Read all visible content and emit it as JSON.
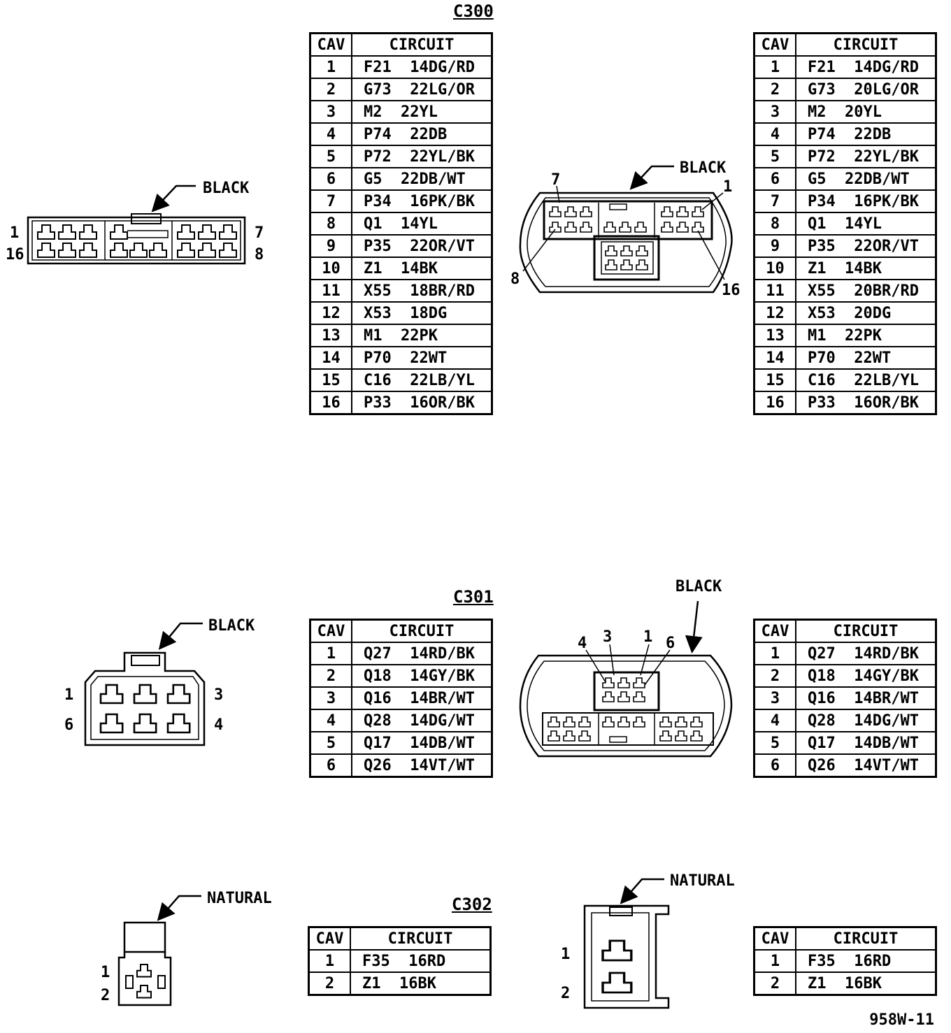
{
  "c300": {
    "title": "C300",
    "header": {
      "cav": "CAV",
      "circuit": "CIRCUIT"
    },
    "left_rows": [
      [
        "1",
        "F21  14DG/RD"
      ],
      [
        "2",
        "G73  22LG/OR"
      ],
      [
        "3",
        "M2  22YL"
      ],
      [
        "4",
        "P74  22DB"
      ],
      [
        "5",
        "P72  22YL/BK"
      ],
      [
        "6",
        "G5  22DB/WT"
      ],
      [
        "7",
        "P34  16PK/BK"
      ],
      [
        "8",
        "Q1  14YL"
      ],
      [
        "9",
        "P35  22OR/VT"
      ],
      [
        "10",
        "Z1  14BK"
      ],
      [
        "11",
        "X55  18BR/RD"
      ],
      [
        "12",
        "X53  18DG"
      ],
      [
        "13",
        "M1  22PK"
      ],
      [
        "14",
        "P70  22WT"
      ],
      [
        "15",
        "C16  22LB/YL"
      ],
      [
        "16",
        "P33  16OR/BK"
      ]
    ],
    "right_rows": [
      [
        "1",
        "F21  14DG/RD"
      ],
      [
        "2",
        "G73  20LG/OR"
      ],
      [
        "3",
        "M2  20YL"
      ],
      [
        "4",
        "P74  22DB"
      ],
      [
        "5",
        "P72  22YL/BK"
      ],
      [
        "6",
        "G5  22DB/WT"
      ],
      [
        "7",
        "P34  16PK/BK"
      ],
      [
        "8",
        "Q1  14YL"
      ],
      [
        "9",
        "P35  22OR/VT"
      ],
      [
        "10",
        "Z1  14BK"
      ],
      [
        "11",
        "X55  20BR/RD"
      ],
      [
        "12",
        "X53  20DG"
      ],
      [
        "13",
        "M1  22PK"
      ],
      [
        "14",
        "P70  22WT"
      ],
      [
        "15",
        "C16  22LB/YL"
      ],
      [
        "16",
        "P33  16OR/BK"
      ]
    ],
    "left_connector": {
      "color": "BLACK",
      "pin_tl": "1",
      "pin_tr": "7",
      "pin_bl": "16",
      "pin_br": "8"
    },
    "right_connector": {
      "color": "BLACK",
      "pin_7": "7",
      "pin_1": "1",
      "pin_8": "8",
      "pin_16": "16"
    }
  },
  "c301": {
    "title": "C301",
    "header": {
      "cav": "CAV",
      "circuit": "CIRCUIT"
    },
    "left_rows": [
      [
        "1",
        "Q27  14RD/BK"
      ],
      [
        "2",
        "Q18  14GY/BK"
      ],
      [
        "3",
        "Q16  14BR/WT"
      ],
      [
        "4",
        "Q28  14DG/WT"
      ],
      [
        "5",
        "Q17  14DB/WT"
      ],
      [
        "6",
        "Q26  14VT/WT"
      ]
    ],
    "right_rows": [
      [
        "1",
        "Q27  14RD/BK"
      ],
      [
        "2",
        "Q18  14GY/BK"
      ],
      [
        "3",
        "Q16  14BR/WT"
      ],
      [
        "4",
        "Q28  14DG/WT"
      ],
      [
        "5",
        "Q17  14DB/WT"
      ],
      [
        "6",
        "Q26  14VT/WT"
      ]
    ],
    "left_connector": {
      "color": "BLACK",
      "pin_1": "1",
      "pin_3": "3",
      "pin_6": "6",
      "pin_4": "4"
    },
    "right_connector": {
      "color": "BLACK",
      "pin_4": "4",
      "pin_3": "3",
      "pin_1": "1",
      "pin_6": "6"
    }
  },
  "c302": {
    "title": "C302",
    "header": {
      "cav": "CAV",
      "circuit": "CIRCUIT"
    },
    "left_rows": [
      [
        "1",
        "F35  16RD"
      ],
      [
        "2",
        "Z1  16BK"
      ]
    ],
    "right_rows": [
      [
        "1",
        "F35  16RD"
      ],
      [
        "2",
        "Z1  16BK"
      ]
    ],
    "left_connector": {
      "color": "NATURAL",
      "pin_1": "1",
      "pin_2": "2"
    },
    "right_connector": {
      "color": "NATURAL",
      "pin_1": "1",
      "pin_2": "2"
    }
  },
  "footer": "958W-11"
}
